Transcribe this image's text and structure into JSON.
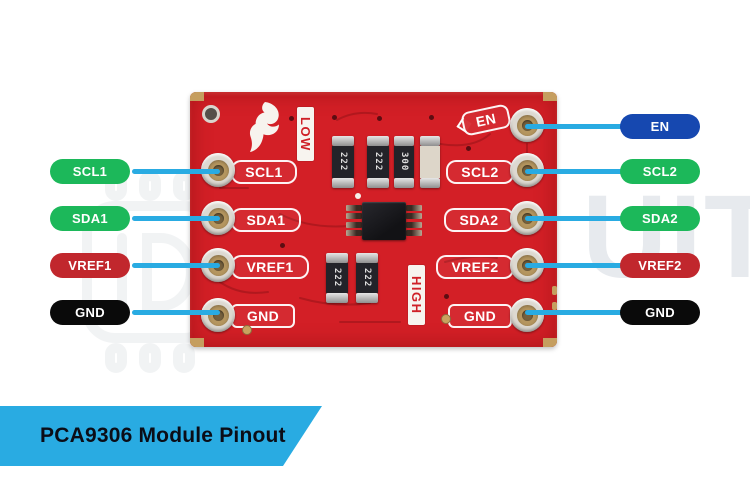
{
  "banner": {
    "title": "PCA9306 Module Pinout",
    "bg_color": "#29ABE2",
    "text_color": "#0B0D17"
  },
  "watermark": {
    "text": "UIT",
    "icon": "chip-logo-icon"
  },
  "colors": {
    "board_red": "#D31F26",
    "callout_line": "#29ABE2",
    "pill_green": "#1CB85A",
    "pill_red": "#C1272D",
    "pill_blue": "#1648B0",
    "pill_black": "#0A0A0A"
  },
  "pins": {
    "left": [
      {
        "label": "SCL1",
        "color": "#1CB85A"
      },
      {
        "label": "SDA1",
        "color": "#1CB85A"
      },
      {
        "label": "VREF1",
        "color": "#C1272D"
      },
      {
        "label": "GND",
        "color": "#0A0A0A"
      }
    ],
    "right": [
      {
        "label": "EN",
        "color": "#1648B0"
      },
      {
        "label": "SCL2",
        "color": "#1CB85A"
      },
      {
        "label": "SDA2",
        "color": "#1CB85A"
      },
      {
        "label": "VREF2",
        "color": "#C1272D"
      },
      {
        "label": "GND",
        "color": "#0A0A0A"
      }
    ]
  },
  "board": {
    "silkscreen": {
      "left": [
        "SCL1",
        "SDA1",
        "VREF1",
        "GND"
      ],
      "right": [
        "EN",
        "SCL2",
        "SDA2",
        "VREF2",
        "GND"
      ],
      "zones": [
        "LOW",
        "HIGH"
      ]
    },
    "components": {
      "top_row": [
        "222",
        "222",
        "300"
      ],
      "bottom_row": [
        "222",
        "222"
      ],
      "ic": "SOIC-8"
    },
    "logo": "sparkfun-flame-icon"
  }
}
